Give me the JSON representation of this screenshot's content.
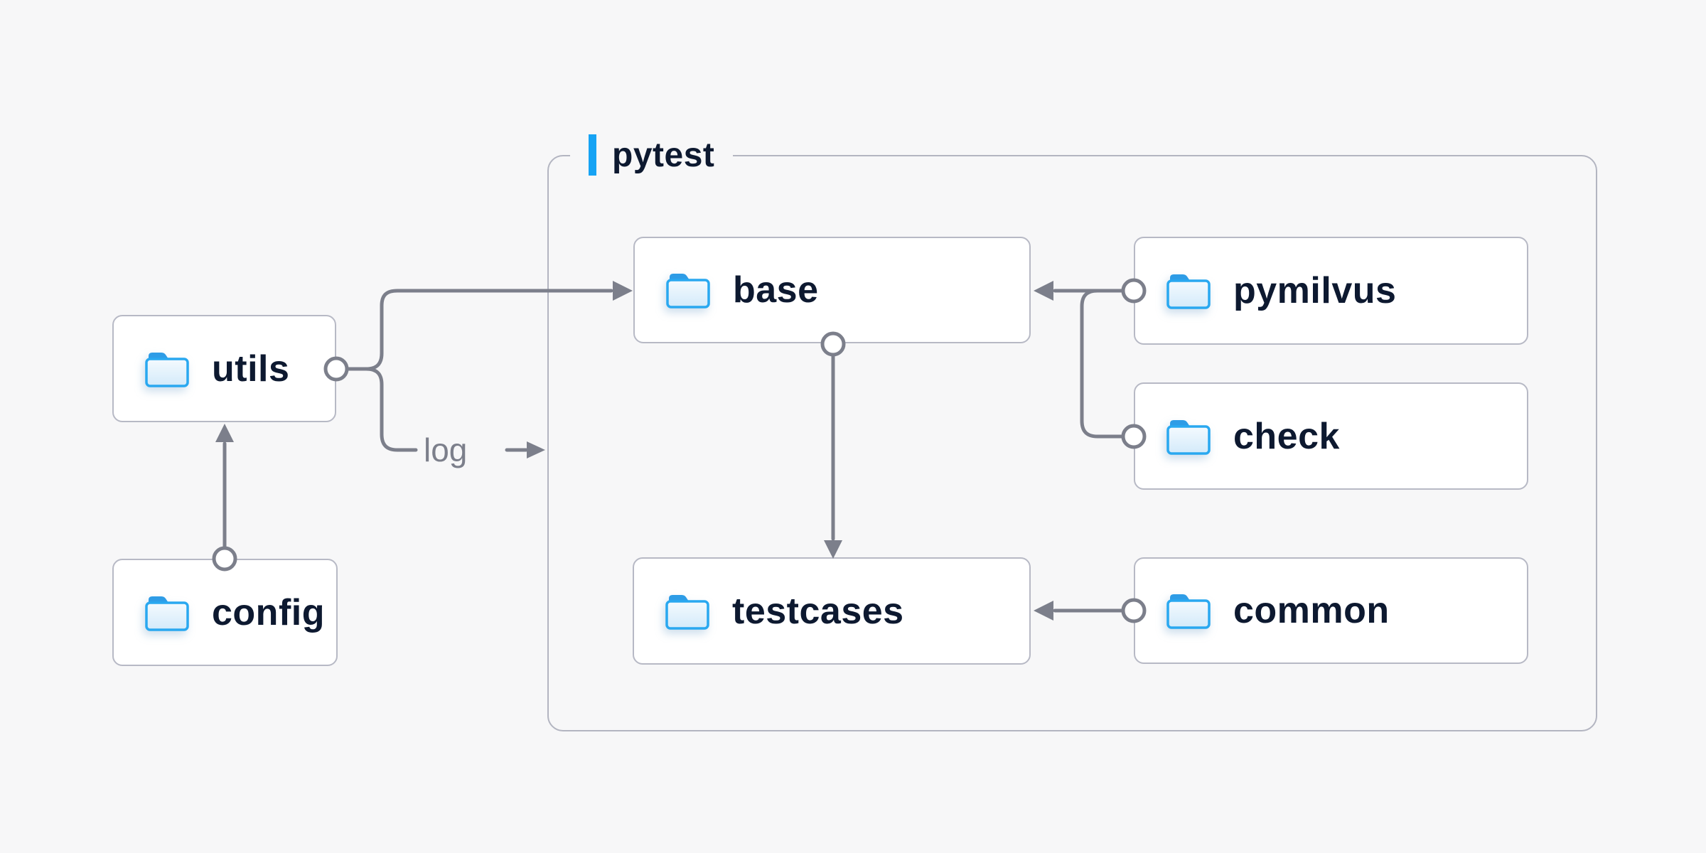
{
  "diagram": {
    "group": {
      "label": "pytest"
    },
    "nodes": [
      {
        "id": "utils",
        "label": "utils",
        "icon": "folder-icon"
      },
      {
        "id": "config",
        "label": "config",
        "icon": "folder-icon"
      },
      {
        "id": "base",
        "label": "base",
        "icon": "folder-icon"
      },
      {
        "id": "pymilvus",
        "label": "pymilvus",
        "icon": "folder-icon"
      },
      {
        "id": "check",
        "label": "check",
        "icon": "folder-icon"
      },
      {
        "id": "testcases",
        "label": "testcases",
        "icon": "folder-icon"
      },
      {
        "id": "common",
        "label": "common",
        "icon": "folder-icon"
      }
    ],
    "edge_label": "log",
    "edges": [
      {
        "from": "utils",
        "to": "base",
        "label": ""
      },
      {
        "from": "utils",
        "to": "pytest",
        "label": "log"
      },
      {
        "from": "config",
        "to": "utils",
        "label": ""
      },
      {
        "from": "base",
        "to": "testcases",
        "label": ""
      },
      {
        "from": "pymilvus",
        "to": "base",
        "label": ""
      },
      {
        "from": "check",
        "to": "base",
        "label": ""
      },
      {
        "from": "common",
        "to": "testcases",
        "label": ""
      }
    ],
    "colors": {
      "background": "#f7f7f8",
      "accent_blue": "#16a3f4",
      "wire_gray": "#7c7f8b",
      "node_border": "#b7b9c5",
      "group_border": "#b3b5c1",
      "text_dark": "#0d1930",
      "folder_blue": "#29a8f0"
    }
  }
}
